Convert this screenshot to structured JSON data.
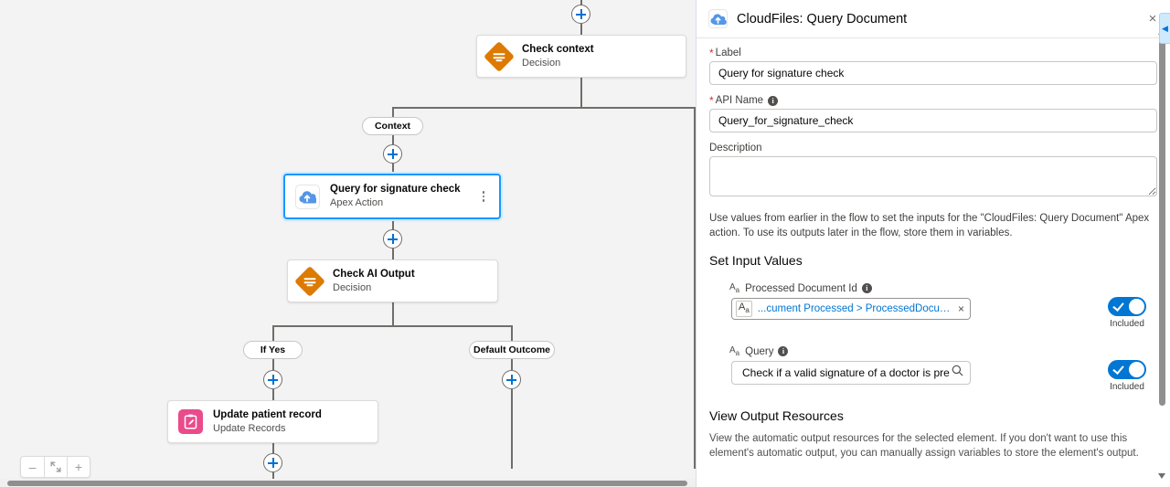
{
  "canvas": {
    "nodes": [
      {
        "id": "check-context",
        "title": "Check context",
        "subtitle": "Decision",
        "icon": "decision-diamond-icon"
      },
      {
        "id": "query-signature",
        "title": "Query for signature check",
        "subtitle": "Apex Action",
        "icon": "apex-cloud-icon"
      },
      {
        "id": "check-ai-output",
        "title": "Check AI Output",
        "subtitle": "Decision",
        "icon": "decision-diamond-icon"
      },
      {
        "id": "update-patient-record",
        "title": "Update patient record",
        "subtitle": "Update Records",
        "icon": "update-records-icon"
      }
    ],
    "branch_labels": {
      "context": "Context",
      "if_yes": "If Yes",
      "default_outcome": "Default Outcome"
    },
    "zoom_controls": {
      "zoom_out": "–",
      "fit": "fit-view",
      "zoom_in": "+"
    },
    "colors": {
      "decision": "#dd7a01",
      "update_records": "#ea4b8b",
      "apex": "#1b96ff",
      "selected_border": "#1b96ff",
      "connector": "#706e6b"
    }
  },
  "panel": {
    "title": "CloudFiles: Query Document",
    "close_label": "×",
    "fields": {
      "label": {
        "label": "Label",
        "value": "Query for signature check",
        "required": true
      },
      "api_name": {
        "label": "API Name",
        "value": "Query_for_signature_check",
        "required": true,
        "has_info": true
      },
      "description": {
        "label": "Description",
        "value": "",
        "placeholder": ""
      }
    },
    "helper_text": "Use values from earlier in the flow to set the inputs for the \"CloudFiles: Query Document\" Apex action. To use its outputs later in the flow, store them in variables.",
    "set_input_values": {
      "heading": "Set Input Values",
      "rows": [
        {
          "label": "Processed Document Id",
          "type_icon": "Aa",
          "has_info": true,
          "value": "...cument Processed > ProcessedDocumentId",
          "badge": "Aa",
          "remove_label": "×",
          "toggle_on": true,
          "toggle_label": "Included"
        },
        {
          "label": "Query",
          "type_icon": "Aa",
          "has_info": true,
          "value": "Check if a valid signature of a doctor is present i",
          "toggle_on": true,
          "toggle_label": "Included"
        }
      ]
    },
    "view_output_resources": {
      "heading": "View Output Resources",
      "text": "View the automatic output resources for the selected element. If you don't want to use this element's automatic output, you can manually assign variables to store the element's output."
    },
    "colors": {
      "toggle_on": "#0176d3",
      "link": "#0176d3",
      "required_star": "#c23934"
    }
  }
}
